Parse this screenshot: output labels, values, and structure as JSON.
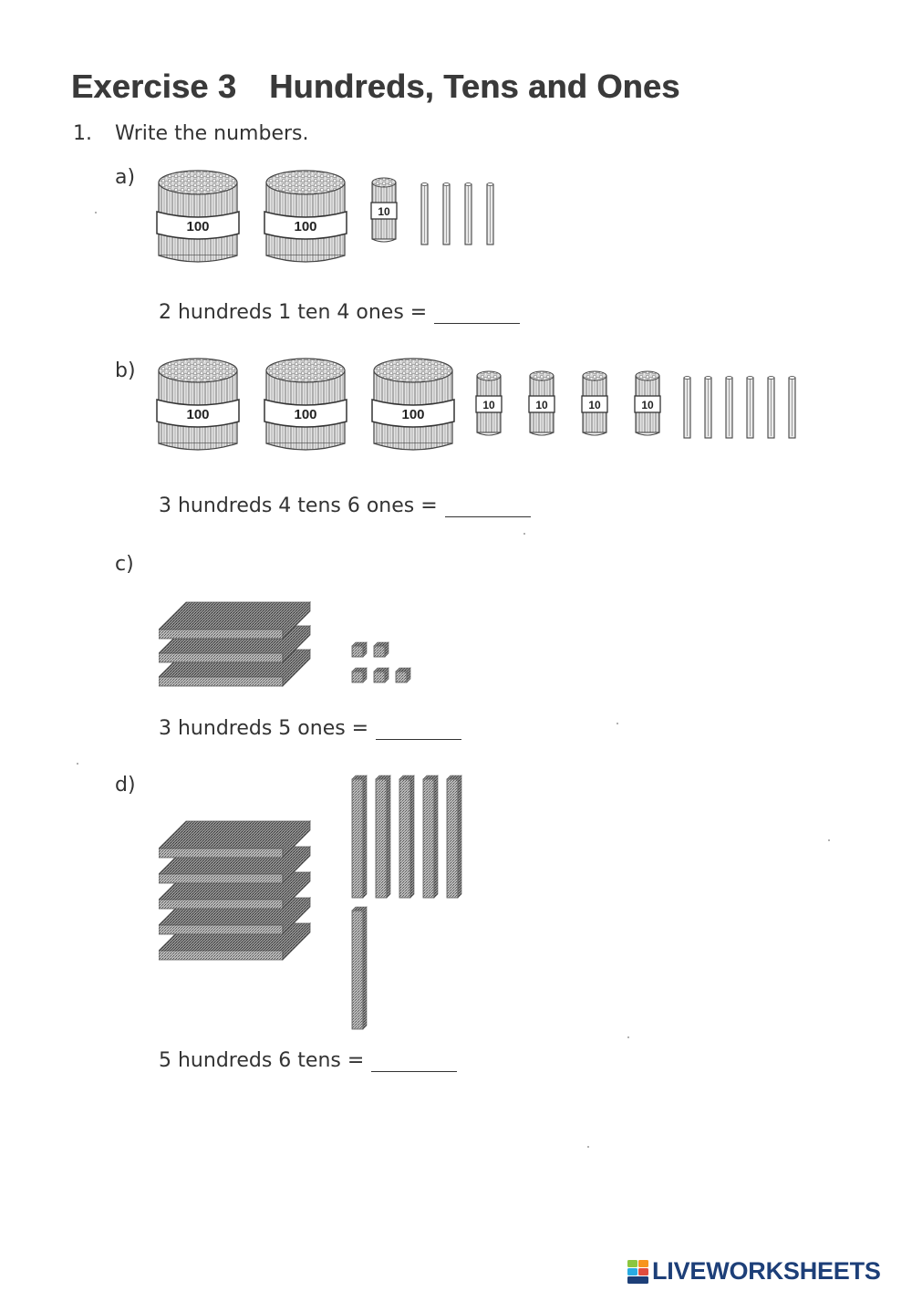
{
  "header": {
    "exercise_label": "Exercise 3",
    "topic": "Hundreds, Tens and Ones"
  },
  "question": {
    "number": "1.",
    "instruction": "Write the numbers."
  },
  "parts": [
    {
      "label": "a)",
      "equation": "2 hundreds 1 ten 4 ones =",
      "answer": "",
      "bundle_label_hundred": "100",
      "bundle_label_ten": "10",
      "hundreds": 2,
      "tens": 1,
      "ones": 4
    },
    {
      "label": "b)",
      "equation": "3 hundreds 4 tens 6 ones =",
      "answer": "",
      "bundle_label_hundred": "100",
      "bundle_label_ten": "10",
      "hundreds": 3,
      "tens": 4,
      "ones": 6
    },
    {
      "label": "c)",
      "equation": "3 hundreds 5 ones =",
      "answer": "",
      "hundreds": 3,
      "tens": 0,
      "ones": 5
    },
    {
      "label": "d)",
      "equation": "5 hundreds 6 tens =",
      "answer": "",
      "hundreds": 5,
      "tens": 6,
      "ones": 0
    }
  ],
  "footer": {
    "brand": "LIVEWORKSHEETS",
    "logo_icon": "liveworksheets-logo-icon",
    "colors": {
      "brand": "#1d3f78",
      "accent_green": "#8cc63f",
      "accent_orange": "#f7941d",
      "accent_blue": "#29abe2",
      "accent_red": "#e24d3d"
    }
  }
}
